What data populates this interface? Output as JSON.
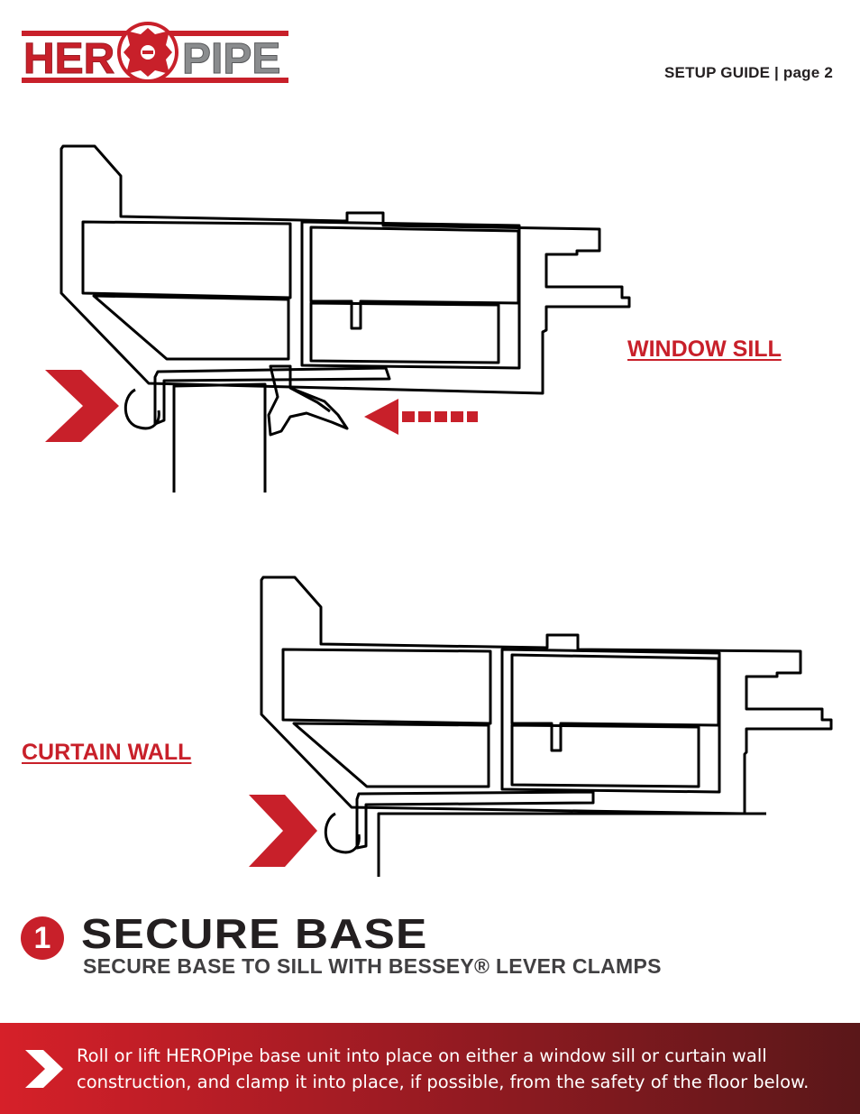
{
  "header": {
    "logo_text_left": "HER",
    "logo_text_right": "PIPE",
    "page_label": "SETUP GUIDE | page 2"
  },
  "figure_top": {
    "callout": "WINDOW SILL"
  },
  "figure_bottom": {
    "callout": "CURTAIN WALL"
  },
  "step": {
    "number": "1",
    "title": "SECURE BASE",
    "subtitle": "SECURE BASE TO SILL WITH BESSEY® LEVER CLAMPS"
  },
  "banner": {
    "text": "Roll or lift HEROPipe base unit into place on either a window sill or curtain wall construction, and clamp it into place, if possible, from the safety of the floor below."
  },
  "colors": {
    "brand_red": "#c8202a",
    "text_dark": "#231f20",
    "text_gray": "#414042"
  },
  "icons": [
    "maltese-cross-icon",
    "chevron-right-icon",
    "arrow-left-icon"
  ]
}
